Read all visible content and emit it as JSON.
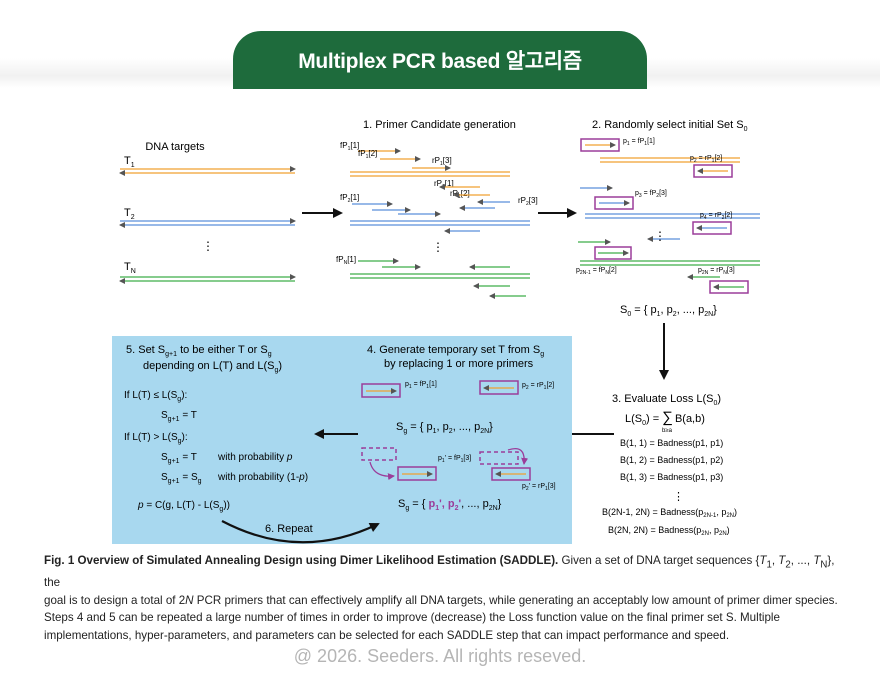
{
  "header": {
    "title": "Multiplex PCR based 알고리즘"
  },
  "figure": {
    "panel0": {
      "title": "DNA targets",
      "t1": "T",
      "t1_sub": "1",
      "t2": "T",
      "t2_sub": "2",
      "tn": "T",
      "tn_sub": "N"
    },
    "panel1": {
      "title": "1. Primer Candidate generation",
      "fp1_1": "fP",
      "fp1_1s": "1",
      "fp1_1i": "[1]",
      "fp1_2": "fP",
      "fp1_2s": "1",
      "fp1_2i": "[2]",
      "rp1_3": "rP",
      "rp1_3s": "1",
      "rp1_3i": "[3]",
      "rp1_1": "rP",
      "rp1_1s": "1",
      "rp1_1i": "[1]",
      "rp1_2": "rP",
      "rp1_2s": "1",
      "rp1_2i": "[2]",
      "fp2_1": "fP",
      "fp2_1s": "2",
      "fp2_1i": "[1]",
      "rp2_3": "rP",
      "rp2_3s": "2",
      "rp2_3i": "[3]",
      "fpn_1": "fP",
      "fpn_1s": "N",
      "fpn_1i": "[1]",
      "vdots": "⋮"
    },
    "panel2": {
      "title": "2. Randomly select initial Set S",
      "title_sub": "0",
      "p1": "p",
      "p1s": "1",
      "p1v": " = fP",
      "p1vs": "1",
      "p1vi": "[1]",
      "p2": "p",
      "p2s": "2",
      "p2v": " = rP",
      "p2vs": "1",
      "p2vi": "[2]",
      "p3": "p",
      "p3s": "3",
      "p3v": " = fP",
      "p3vs": "2",
      "p3vi": "[3]",
      "p4": "p",
      "p4s": "4",
      "p4v": " = rP",
      "p4vs": "2",
      "p4vi": "[2]",
      "p2n1": "p",
      "p2n1s": "2N-1",
      "p2n1v": " = fP",
      "p2n1vs": "N",
      "p2n1vi": "[2]",
      "p2n": "p",
      "p2ns": "2N",
      "p2nv": " = rP",
      "p2nvs": "N",
      "p2nvi": "[3]",
      "s0": "S",
      "s0s": "0",
      "s0v": " = { p",
      "s0a": "1",
      "s0b": ", p",
      "s0c": "2",
      "s0d": ", ..., p",
      "s0e": "2N",
      "s0f": "}",
      "vdots": "⋮"
    },
    "panel3": {
      "title": "3. Evaluate Loss L(S",
      "title_sub": "0",
      "title_end": ")",
      "loss": "L(S",
      "loss_sub": "0",
      "loss_eq": ") = ",
      "sum": "∑",
      "sum_sub": "b≥a",
      "sum_term": "B(a,b)",
      "b11": "B(1, 1) = Badness(p1, p1)",
      "b12": "B(1, 2) = Badness(p1, p2)",
      "b13": "B(1, 3) = Badness(p1, p3)",
      "vdots": "⋮",
      "b2n1": "B(2N-1, 2N) = Badness(p",
      "b2n1_a": "2N-1",
      "b2n1_b": ", p",
      "b2n1_c": "2N",
      "b2n1_d": ")",
      "b2n": "B(2N, 2N) = Badness(p",
      "b2n_a": "2N",
      "b2n_b": ", p",
      "b2n_c": "2N",
      "b2n_d": ")"
    },
    "panel4": {
      "title1": "4. Generate temporary set T from S",
      "title1_sub": "g",
      "title2": "by replacing 1 or more primers",
      "p1": "p",
      "p1s": "1",
      "p1v": " = fP",
      "p1vs": "1",
      "p1vi": "[1]",
      "p2": "p",
      "p2s": "2",
      "p2v": " = rP",
      "p2vs": "1",
      "p2vi": "[2]",
      "sg": "S",
      "sgs": "g",
      "sgv": " = { p",
      "sga": "1",
      "sgb": ", p",
      "sgc": "2",
      "sgd": ", ..., p",
      "sge": "2N",
      "sgf": "}",
      "p1p": "p",
      "p1ps": "1",
      "p1pv": "' = fP",
      "p1pvs": "1",
      "p1pvi": "[3]",
      "p2p": "p",
      "p2ps": "2",
      "p2pv": "' = rP",
      "p2pvs": "1",
      "p2pvi": "[3]",
      "sg2": "S",
      "sg2s": "g",
      "sg2v": " = { ",
      "sg2p1": "p",
      "sg2p1s": "1",
      "sg2p1q": "', ",
      "sg2p2": "p",
      "sg2p2s": "2",
      "sg2p2q": "'",
      "sg2rest": ", ..., p",
      "sg2e": "2N",
      "sg2f": "}"
    },
    "panel5": {
      "title1": "5. Set S",
      "title1_sub": "g+1",
      "title1_end": " to be either T or S",
      "title1_sub2": "g",
      "title2": "depending on L(T) and L(S",
      "title2_sub": "g",
      "title2_end": ")",
      "c1": "If L(T) ≤ L(S",
      "c1_sub": "g",
      "c1_end": "):",
      "c1r": "S",
      "c1r_sub": "g+1",
      "c1r_end": " = T",
      "c2": "If L(T) > L(S",
      "c2_sub": "g",
      "c2_end": "):",
      "c2a": "S",
      "c2a_sub": "g+1",
      "c2a_end": " = T",
      "c2a_prob": "with probability ",
      "c2a_p": "p",
      "c2b": "S",
      "c2b_sub": "g+1",
      "c2b_mid": " = S",
      "c2b_sub2": "g",
      "c2b_prob": "with probability (1-",
      "c2b_p": "p",
      "c2b_end": ")",
      "pdef_p": "p",
      "pdef": " = C(g, L(T) - L(S",
      "pdef_sub": "g",
      "pdef_end": "))",
      "repeat": "6. Repeat"
    }
  },
  "caption": {
    "bold": "Fig. 1 Overview of Simulated Annealing Design using Dimer Likelihood Estimation (SADDLE).",
    "text1": " Given a set of DNA target sequences {",
    "t1": "T",
    "t1s": "1",
    "sep1": ", ",
    "t2": "T",
    "t2s": "2",
    "sep2": ", ..., ",
    "tn": "T",
    "tns": "N",
    "text2": "}, the",
    "line2a": "goal is to design a total of 2",
    "n": "N",
    "line2b": " PCR primers that can effectively amplify all DNA targets, while generating an acceptably low amount of primer dimer species.",
    "line3": "Steps 4 and 5 can be repeated a large number of times in order to improve (decrease) the Loss function value on the final primer set S. Multiple",
    "line4": "implementations, hyper-parameters, and parameters can be selected for each SADDLE step that can impact performance and speed."
  },
  "footer": {
    "text": "@ 2026. Seeders. All rights reseved."
  },
  "colors": {
    "brand_green": "#1e6b3c",
    "orange": "#f0a030",
    "blue": "#5b8fd9",
    "green": "#3fae49",
    "purple": "#9b3d9a",
    "panel_bg": "#a8d8ef"
  }
}
